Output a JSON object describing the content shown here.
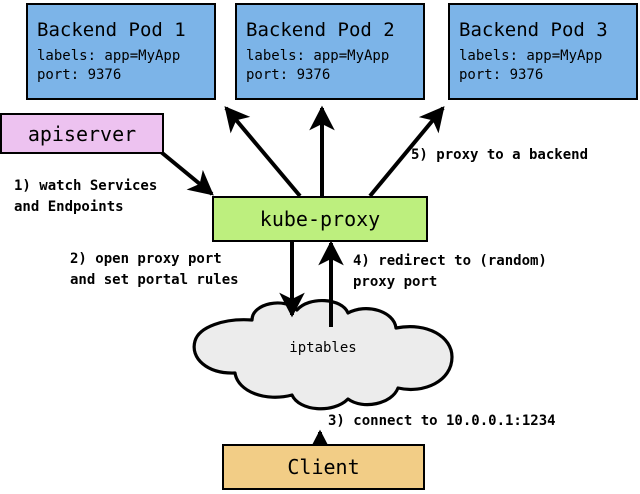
{
  "diagram": {
    "title": "kube-proxy service proxying flow",
    "colors": {
      "pod_fill": "#7cb4e8",
      "apiserver_fill": "#edc2f0",
      "kubeproxy_fill": "#bdef7e",
      "client_fill": "#f2cd86",
      "cloud_fill": "#ececec",
      "stroke": "#000000",
      "background": "#ffffff"
    },
    "pods": [
      {
        "title": "Backend Pod 1",
        "labels_line": "labels: app=MyApp",
        "port_line": "port: 9376"
      },
      {
        "title": "Backend Pod 2",
        "labels_line": "labels: app=MyApp",
        "port_line": "port: 9376"
      },
      {
        "title": "Backend Pod 3",
        "labels_line": "labels: app=MyApp",
        "port_line": "port: 9376"
      }
    ],
    "nodes": {
      "apiserver": "apiserver",
      "kube_proxy": "kube-proxy",
      "iptables": "iptables",
      "client": "Client"
    },
    "annotations": {
      "step1_line1": "1) watch Services",
      "step1_line2": "and Endpoints",
      "step2_line1": "2) open proxy port",
      "step2_line2": "and set portal rules",
      "step3": "3) connect to 10.0.0.1:1234",
      "step4_line1": "4) redirect to (random)",
      "step4_line2": "proxy port",
      "step5": "5) proxy to a backend"
    }
  }
}
